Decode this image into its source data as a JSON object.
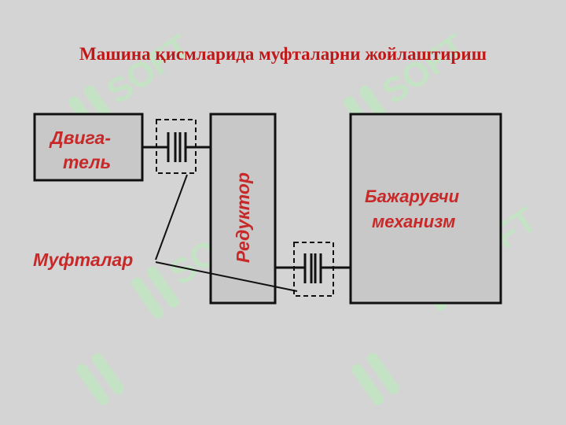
{
  "title": "Машина қисмларида муфталарни жойлаштириш",
  "diagram": {
    "engine": {
      "line1": "Двига-",
      "line2": "тель"
    },
    "reducer": {
      "label": "Редуктор"
    },
    "actuator": {
      "line1": "Бажарувчи",
      "line2": "механизм"
    },
    "couplings": {
      "label": "Муфталар"
    }
  },
  "watermark": {
    "text": "SOFT"
  },
  "colors": {
    "background": "#d4d4d4",
    "title": "#c01818",
    "labels": "#c82828",
    "box_fill": "#c8c8c8",
    "stroke": "#111111",
    "watermark": "#c8ecc8"
  }
}
